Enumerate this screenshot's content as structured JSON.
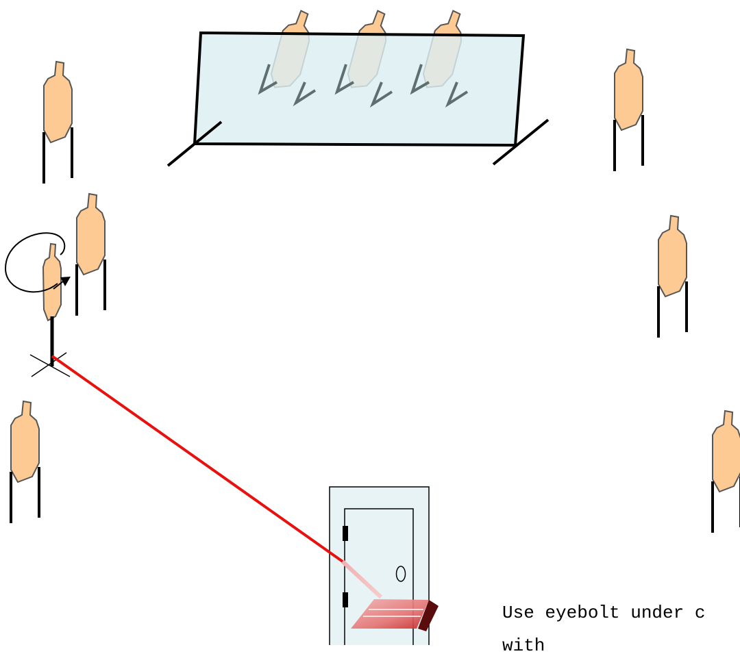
{
  "colors": {
    "target_fill": "#FECA94",
    "target_stroke": "#555555",
    "window_fill": "#DCEEF1",
    "door_fill": "#E8F3F6",
    "tripwire": "#E8110E",
    "pressure_plate": "#E57373"
  },
  "icons": {
    "target": "silhouette-target",
    "rotation": "rotation-arrow",
    "door": "door",
    "window": "window",
    "pressure_plate": "pressure-plate"
  },
  "annotation": {
    "line1": "Use eyebolt under c",
    "line2": "with"
  }
}
